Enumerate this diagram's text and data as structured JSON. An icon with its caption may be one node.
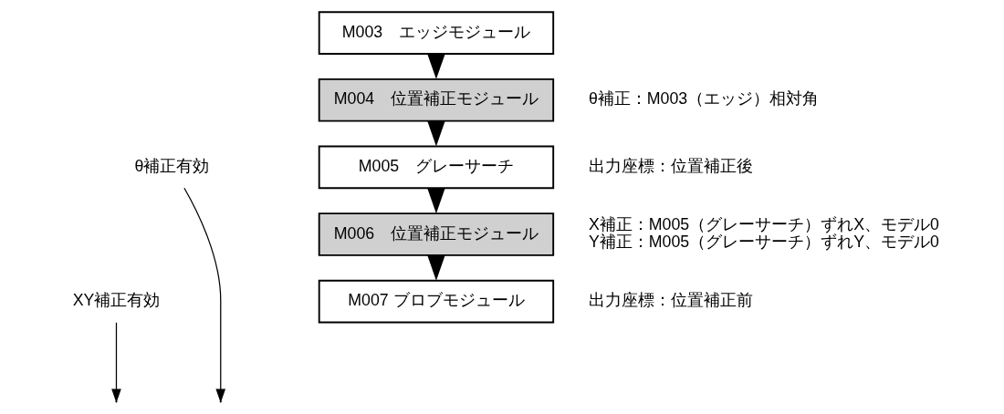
{
  "diagram": {
    "nodes": [
      {
        "text": [
          "M003　エッジモジュール"
        ]
      },
      {
        "text": [
          "M004　位置補正モジュール"
        ],
        "beside": [
          "θ補正：M003（エッジ）相対角"
        ]
      },
      {
        "text": [
          "θ補正有効"
        ]
      },
      {
        "text": [
          "M005　グレーサーチ"
        ],
        "beside": [
          "出力座標：位置補正後"
        ]
      },
      {
        "text": [
          "M006　位置補正モジュール"
        ],
        "beside": [
          "X補正：M005（グレーサーチ）ずれX、モデル0",
          "Y補正：M005（グレーサーチ）ずれY、モデル0"
        ]
      },
      {
        "text": [
          "XY補正有効"
        ]
      },
      {
        "text": [
          "M007 ブロブモジュール"
        ],
        "beside": [
          "出力座標：位置補正前"
        ]
      }
    ],
    "edges": [
      {
        "from": 0,
        "to": 1,
        "arrow": "to"
      },
      {
        "from": 1,
        "to": 3,
        "arrow": "to"
      },
      {
        "from": 3,
        "to": 4,
        "arrow": "to"
      },
      {
        "from": 4,
        "to": 6,
        "arrow": "to"
      },
      {
        "from": 2,
        "to": null,
        "arrow": "to"
      },
      {
        "from": 5,
        "to": null,
        "arrow": "to"
      }
    ]
  }
}
